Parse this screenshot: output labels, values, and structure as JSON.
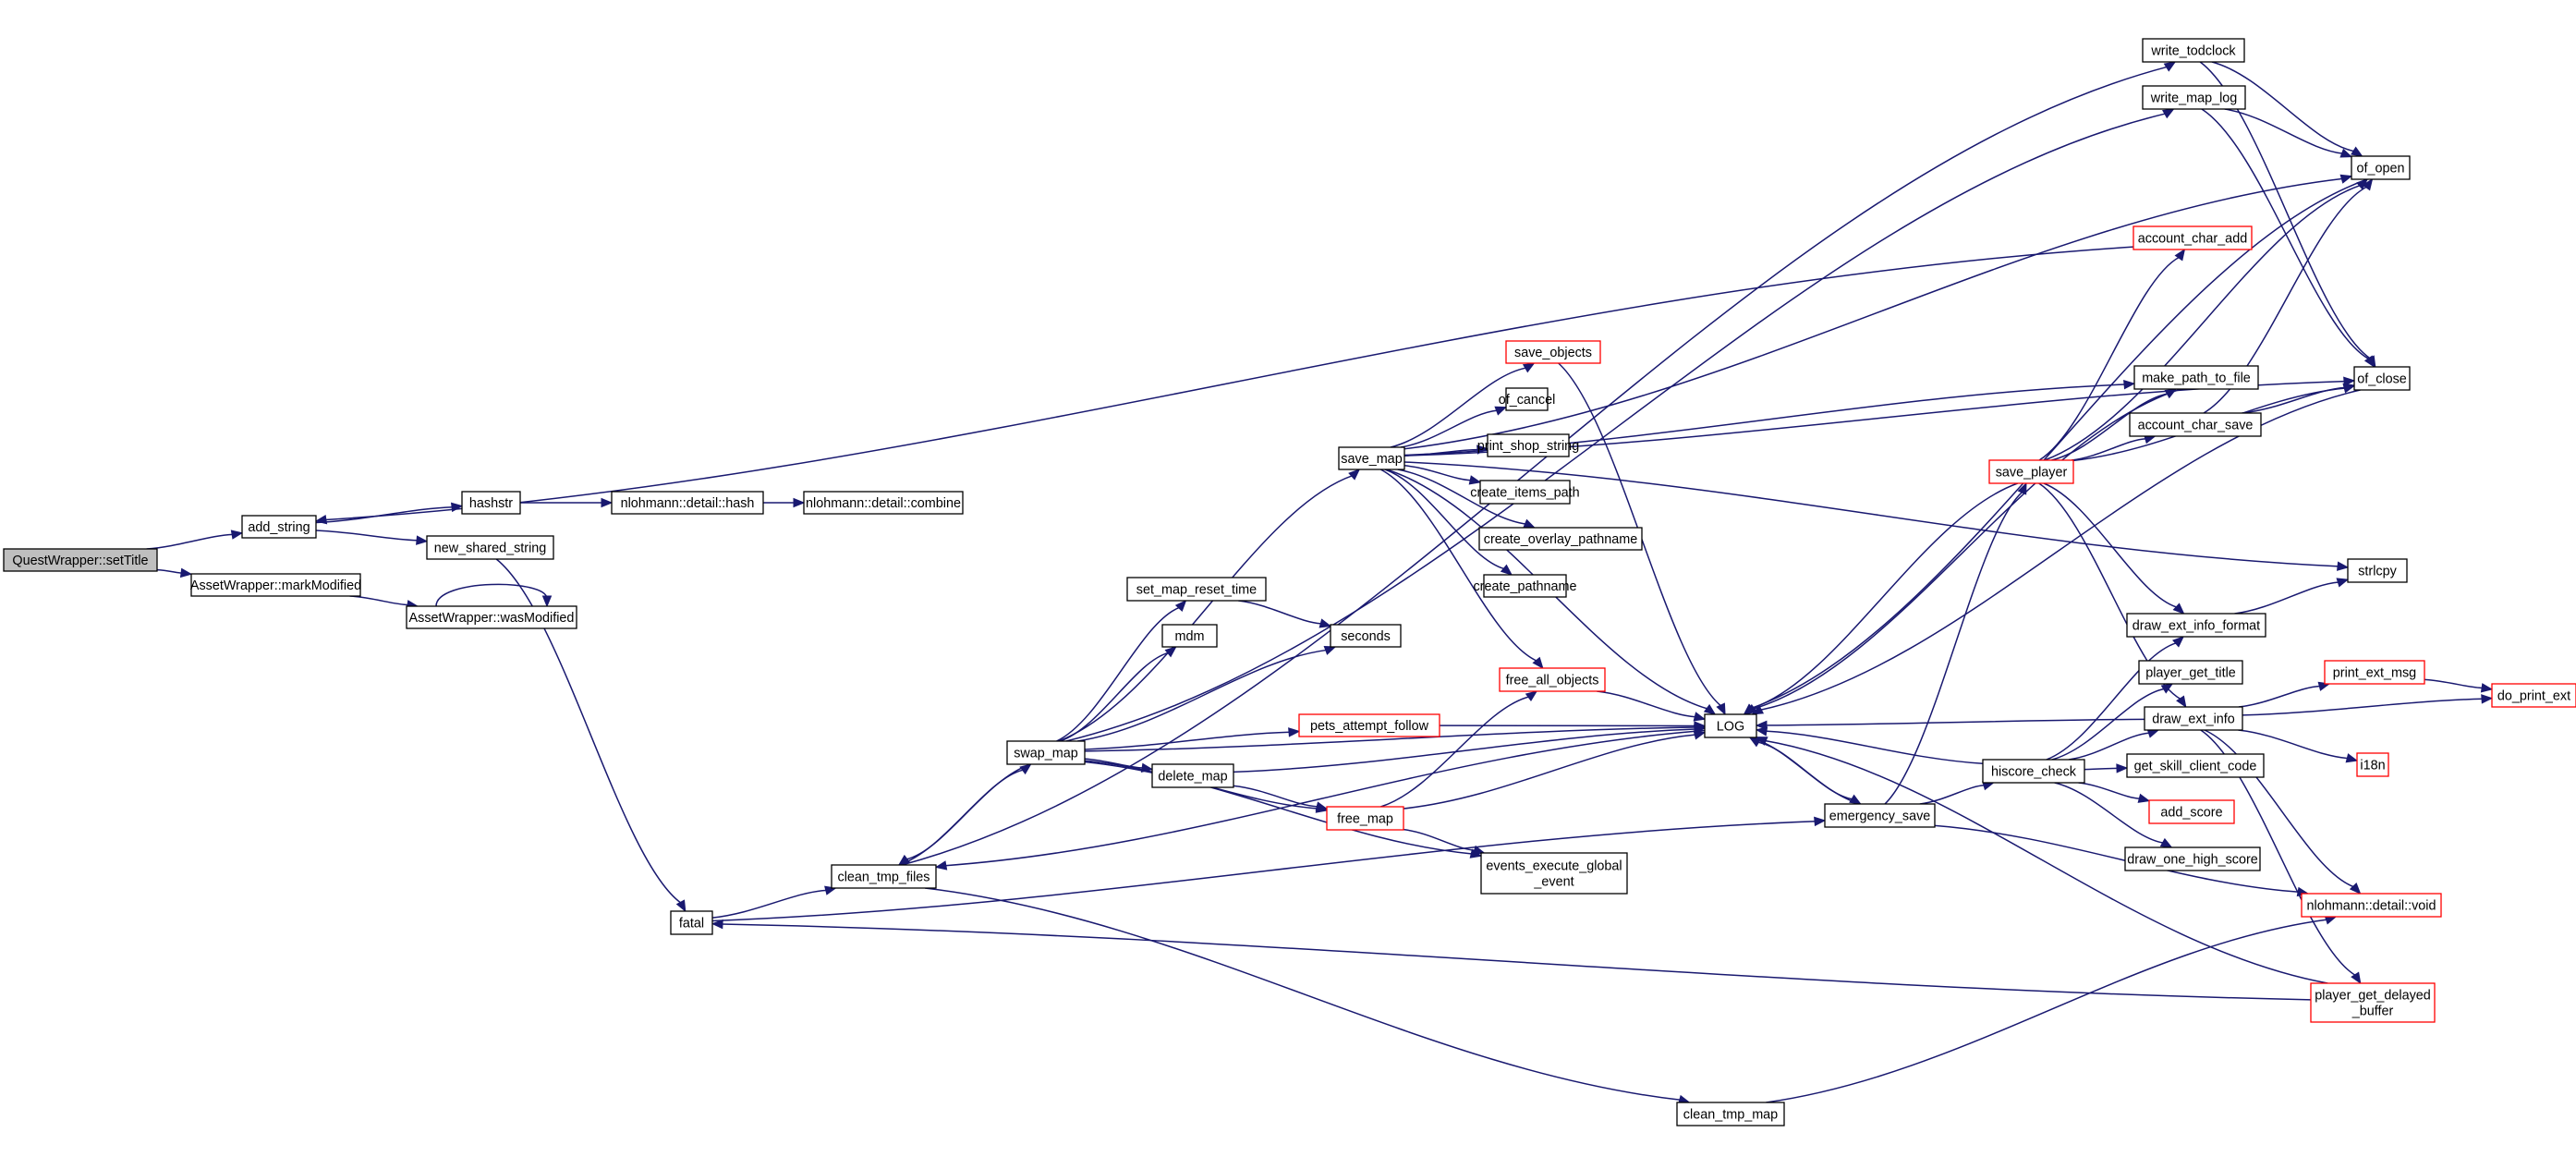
{
  "colors": {
    "edge": "#191970",
    "node_border": "#000000",
    "truncated_node_border": "#ff0000",
    "root_fill": "#bfbfbf",
    "background": "#ffffff"
  },
  "nodes": [
    {
      "id": "setTitle",
      "label": [
        "QuestWrapper::setTitle"
      ],
      "root": true
    },
    {
      "id": "add_string",
      "label": [
        "add_string"
      ]
    },
    {
      "id": "markModified",
      "label": [
        "AssetWrapper::markModified"
      ]
    },
    {
      "id": "wasModified",
      "label": [
        "AssetWrapper::wasModified"
      ]
    },
    {
      "id": "hashstr",
      "label": [
        "hashstr"
      ]
    },
    {
      "id": "new_shared_string",
      "label": [
        "new_shared_string"
      ]
    },
    {
      "id": "nl_hash",
      "label": [
        "nlohmann::detail::hash"
      ]
    },
    {
      "id": "nl_combine",
      "label": [
        "nlohmann::detail::combine"
      ]
    },
    {
      "id": "fatal",
      "label": [
        "fatal"
      ]
    },
    {
      "id": "clean_tmp_files",
      "label": [
        "clean_tmp_files"
      ]
    },
    {
      "id": "swap_map",
      "label": [
        "swap_map"
      ]
    },
    {
      "id": "save_map",
      "label": [
        "save_map"
      ]
    },
    {
      "id": "set_map_reset_time",
      "label": [
        "set_map_reset_time"
      ]
    },
    {
      "id": "mdm",
      "label": [
        "mdm"
      ]
    },
    {
      "id": "seconds",
      "label": [
        "seconds"
      ]
    },
    {
      "id": "pets_attempt_follow",
      "label": [
        "pets_attempt_follow"
      ],
      "truncated": true
    },
    {
      "id": "delete_map",
      "label": [
        "delete_map"
      ]
    },
    {
      "id": "free_map",
      "label": [
        "free_map"
      ],
      "truncated": true
    },
    {
      "id": "events_execute",
      "label": [
        "events_execute_global",
        "_event"
      ]
    },
    {
      "id": "save_objects",
      "label": [
        "save_objects"
      ],
      "truncated": true
    },
    {
      "id": "of_cancel",
      "label": [
        "of_cancel"
      ]
    },
    {
      "id": "print_shop_string",
      "label": [
        "print_shop_string"
      ]
    },
    {
      "id": "create_items_path",
      "label": [
        "create_items_path"
      ]
    },
    {
      "id": "create_overlay_pathname",
      "label": [
        "create_overlay_pathname"
      ]
    },
    {
      "id": "create_pathname",
      "label": [
        "create_pathname"
      ]
    },
    {
      "id": "free_all_objects",
      "label": [
        "free_all_objects"
      ],
      "truncated": true
    },
    {
      "id": "LOG",
      "label": [
        "LOG"
      ]
    },
    {
      "id": "emergency_save",
      "label": [
        "emergency_save"
      ]
    },
    {
      "id": "clean_tmp_map",
      "label": [
        "clean_tmp_map"
      ]
    },
    {
      "id": "hiscore_check",
      "label": [
        "hiscore_check"
      ]
    },
    {
      "id": "save_player",
      "label": [
        "save_player"
      ],
      "truncated": true
    },
    {
      "id": "write_todclock",
      "label": [
        "write_todclock"
      ]
    },
    {
      "id": "write_map_log",
      "label": [
        "write_map_log"
      ]
    },
    {
      "id": "of_open",
      "label": [
        "of_open"
      ]
    },
    {
      "id": "account_char_add",
      "label": [
        "account_char_add"
      ],
      "truncated": true
    },
    {
      "id": "make_path_to_file",
      "label": [
        "make_path_to_file"
      ]
    },
    {
      "id": "of_close",
      "label": [
        "of_close"
      ]
    },
    {
      "id": "account_char_save",
      "label": [
        "account_char_save"
      ]
    },
    {
      "id": "strlcpy",
      "label": [
        "strlcpy"
      ]
    },
    {
      "id": "draw_ext_info_format",
      "label": [
        "draw_ext_info_format"
      ]
    },
    {
      "id": "player_get_title",
      "label": [
        "player_get_title"
      ]
    },
    {
      "id": "draw_ext_info",
      "label": [
        "draw_ext_info"
      ]
    },
    {
      "id": "print_ext_msg",
      "label": [
        "print_ext_msg"
      ],
      "truncated": true
    },
    {
      "id": "do_print_ext",
      "label": [
        "do_print_ext"
      ],
      "truncated": true
    },
    {
      "id": "i18n",
      "label": [
        "i18n"
      ],
      "truncated": true
    },
    {
      "id": "get_skill_client_code",
      "label": [
        "get_skill_client_code"
      ]
    },
    {
      "id": "add_score",
      "label": [
        "add_score"
      ],
      "truncated": true
    },
    {
      "id": "draw_one_high_score",
      "label": [
        "draw_one_high_score"
      ]
    },
    {
      "id": "nl_void",
      "label": [
        "nlohmann::detail::void"
      ],
      "truncated": true
    },
    {
      "id": "player_get_delayed_buffer",
      "label": [
        "player_get_delayed",
        "_buffer"
      ],
      "truncated": true
    }
  ],
  "edges": [
    [
      "setTitle",
      "add_string"
    ],
    [
      "setTitle",
      "markModified"
    ],
    [
      "add_string",
      "hashstr"
    ],
    [
      "add_string",
      "new_shared_string"
    ],
    [
      "hashstr",
      "nl_hash"
    ],
    [
      "nl_hash",
      "nl_combine"
    ],
    [
      "markModified",
      "wasModified"
    ],
    [
      "wasModified",
      "wasModified"
    ],
    [
      "new_shared_string",
      "fatal"
    ],
    [
      "fatal",
      "clean_tmp_files"
    ],
    [
      "fatal",
      "emergency_save"
    ],
    [
      "clean_tmp_files",
      "swap_map"
    ],
    [
      "clean_tmp_files",
      "write_todclock"
    ],
    [
      "clean_tmp_files",
      "clean_tmp_map"
    ],
    [
      "swap_map",
      "save_map"
    ],
    [
      "swap_map",
      "set_map_reset_time"
    ],
    [
      "swap_map",
      "mdm"
    ],
    [
      "swap_map",
      "seconds"
    ],
    [
      "swap_map",
      "pets_attempt_follow"
    ],
    [
      "swap_map",
      "delete_map"
    ],
    [
      "swap_map",
      "free_map"
    ],
    [
      "swap_map",
      "events_execute"
    ],
    [
      "swap_map",
      "LOG"
    ],
    [
      "swap_map",
      "write_map_log"
    ],
    [
      "swap_map",
      "clean_tmp_files"
    ],
    [
      "set_map_reset_time",
      "seconds"
    ],
    [
      "delete_map",
      "free_map"
    ],
    [
      "delete_map",
      "LOG"
    ],
    [
      "free_map",
      "free_all_objects"
    ],
    [
      "free_map",
      "LOG"
    ],
    [
      "free_map",
      "events_execute"
    ],
    [
      "pets_attempt_follow",
      "LOG"
    ],
    [
      "save_map",
      "save_objects"
    ],
    [
      "save_map",
      "of_cancel"
    ],
    [
      "save_map",
      "print_shop_string"
    ],
    [
      "save_map",
      "create_items_path"
    ],
    [
      "save_map",
      "create_overlay_pathname"
    ],
    [
      "save_map",
      "create_pathname"
    ],
    [
      "save_map",
      "free_all_objects"
    ],
    [
      "save_map",
      "LOG"
    ],
    [
      "save_map",
      "of_open"
    ],
    [
      "save_map",
      "of_close"
    ],
    [
      "save_map",
      "make_path_to_file"
    ],
    [
      "save_map",
      "strlcpy"
    ],
    [
      "save_objects",
      "LOG"
    ],
    [
      "free_all_objects",
      "LOG"
    ],
    [
      "LOG",
      "emergency_save"
    ],
    [
      "LOG",
      "clean_tmp_files"
    ],
    [
      "emergency_save",
      "LOG"
    ],
    [
      "emergency_save",
      "save_player"
    ],
    [
      "emergency_save",
      "hiscore_check"
    ],
    [
      "emergency_save",
      "nl_void"
    ],
    [
      "hiscore_check",
      "LOG"
    ],
    [
      "hiscore_check",
      "draw_ext_info"
    ],
    [
      "hiscore_check",
      "draw_ext_info_format"
    ],
    [
      "hiscore_check",
      "player_get_title"
    ],
    [
      "hiscore_check",
      "get_skill_client_code"
    ],
    [
      "hiscore_check",
      "add_score"
    ],
    [
      "hiscore_check",
      "draw_one_high_score"
    ],
    [
      "save_player",
      "LOG"
    ],
    [
      "save_player",
      "account_char_add"
    ],
    [
      "save_player",
      "of_open"
    ],
    [
      "save_player",
      "of_close"
    ],
    [
      "save_player",
      "make_path_to_file"
    ],
    [
      "save_player",
      "account_char_save"
    ],
    [
      "save_player",
      "draw_ext_info_format"
    ],
    [
      "save_player",
      "draw_ext_info"
    ],
    [
      "account_char_add",
      "add_string"
    ],
    [
      "account_char_save",
      "of_open"
    ],
    [
      "account_char_save",
      "of_close"
    ],
    [
      "make_path_to_file",
      "LOG"
    ],
    [
      "write_todclock",
      "of_open"
    ],
    [
      "write_todclock",
      "of_close"
    ],
    [
      "write_map_log",
      "of_open"
    ],
    [
      "write_map_log",
      "of_close"
    ],
    [
      "of_open",
      "LOG"
    ],
    [
      "of_close",
      "LOG"
    ],
    [
      "draw_ext_info_format",
      "strlcpy"
    ],
    [
      "draw_ext_info",
      "LOG"
    ],
    [
      "draw_ext_info",
      "print_ext_msg"
    ],
    [
      "draw_ext_info",
      "do_print_ext"
    ],
    [
      "draw_ext_info",
      "i18n"
    ],
    [
      "draw_ext_info",
      "nl_void"
    ],
    [
      "draw_ext_info",
      "player_get_delayed_buffer"
    ],
    [
      "print_ext_msg",
      "do_print_ext"
    ],
    [
      "clean_tmp_map",
      "nl_void"
    ],
    [
      "player_get_delayed_buffer",
      "LOG"
    ],
    [
      "player_get_delayed_buffer",
      "fatal"
    ]
  ]
}
